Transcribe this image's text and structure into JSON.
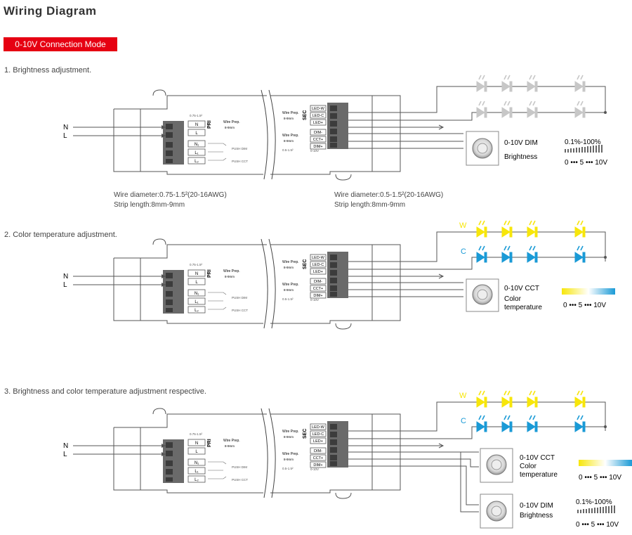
{
  "title": "Wiring Diagram",
  "mode": "0-10V Connection Mode",
  "colors": {
    "accent": "#e60012",
    "warm": "#f7e60a",
    "cool": "#1a9ad6",
    "led_gray": "#c7c7c7",
    "wire": "#555555"
  },
  "driver": {
    "pri_label": "PRI",
    "sec_label": "SEC",
    "pri_gauge": "0.75-1.5²",
    "pri_terminals": [
      "N",
      "L",
      "N₁",
      "L₁",
      "L₂"
    ],
    "sec_terminals": [
      "LED-W",
      "LED-C",
      "LED+",
      "DIM-",
      "CCT+",
      "DIM+"
    ],
    "wire_prep": "Wire Prep.",
    "wire_prep_mm": "8-9mm",
    "push_dim": "PUSH DIM",
    "push_cct": "PUSH CCT",
    "volt": "0-10V",
    "sec_gauge": "0.5-1.5²"
  },
  "mains": {
    "n": "N",
    "l": "L"
  },
  "diagrams": [
    {
      "label": "1. Brightness adjustment."
    },
    {
      "label": "2. Color temperature adjustment."
    },
    {
      "label": "3. Brightness and color temperature adjustment respective."
    }
  ],
  "wire_notes": {
    "left_diameter": "Wire diameter:0.75-1.5²(20-16AWG)",
    "left_strip": "Strip length:8mm-9mm",
    "right_diameter": "Wire diameter:0.5-1.5²(20-16AWG)",
    "right_strip": "Strip length:8mm-9mm"
  },
  "channel_labels": {
    "warm": "W",
    "cool": "C"
  },
  "controllers": {
    "dim_title": "0-10V DIM",
    "dim_sub": "Brightness",
    "cct_title": "0-10V CCT",
    "cct_sub1": "Color",
    "cct_sub2": "temperature",
    "percent": "0.1%-100%",
    "scale": "0 ••• 5 ••• 10V"
  },
  "icons": [
    "led-diode-icon",
    "rotary-dimmer-icon",
    "brightness-ramp-icon",
    "cct-gradient-icon"
  ]
}
